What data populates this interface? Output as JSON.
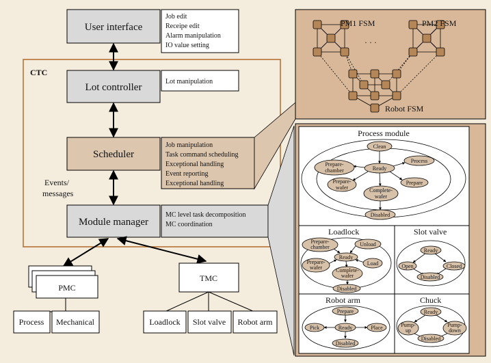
{
  "colors": {
    "page_bg": "#f4ecdd",
    "grey_box": "#d9d9d9",
    "tan_box": "#dcc6ae",
    "ctc_border": "#b06a2a",
    "fsm_panel": "#d8b898",
    "fsm_node": "#b58657",
    "state_fill": "#d8c1a9"
  },
  "ui": {
    "label": "User interface",
    "notes": [
      "Job edit",
      "Receipe edit",
      "Alarm manipulation",
      "IO value setting"
    ]
  },
  "ctc_label": "CTC",
  "lot": {
    "label": "Lot controller",
    "notes": [
      "Lot manipulation"
    ]
  },
  "scheduler": {
    "label": "Scheduler",
    "notes": [
      "Job manipulation",
      "Task command scheduling",
      "Exceptional handling",
      "Event reporting",
      "Exceptional handling"
    ]
  },
  "events_label": [
    "Events/",
    "messages"
  ],
  "mm": {
    "label": "Module manager",
    "notes": [
      "MC level task decomposition",
      "MC coordination"
    ]
  },
  "pmc": {
    "label": "PMC",
    "children": [
      "Process",
      "Mechanical"
    ]
  },
  "tmc": {
    "label": "TMC",
    "children": [
      "Loadlock",
      "Slot valve",
      "Robot arm"
    ]
  },
  "fsm": {
    "pm1": "PM1 FSM",
    "pm2": "PM2 FSM",
    "dots": "· · ·",
    "robot": "Robot FSM"
  },
  "process_module": {
    "title": "Process module",
    "states": [
      "Clean",
      "Prepare-",
      "chamber",
      "Ready",
      "Process",
      "Prepare-",
      "wafer",
      "Complete-",
      "wafer",
      "Prepare",
      "Disabled"
    ]
  },
  "loadlock": {
    "title": "Loadlock",
    "states": [
      "Prepare-",
      "chamber",
      "Unload",
      "Ready",
      "Prepare-",
      "wafer",
      "Load",
      "Complete-",
      "wafer",
      "Disabled"
    ]
  },
  "slot_valve": {
    "title": "Slot valve",
    "states": [
      "Ready",
      "Open",
      "Closed",
      "Disabled"
    ]
  },
  "robot_arm": {
    "title": "Robot arm",
    "states": [
      "Prepare",
      "Pick",
      "Ready",
      "Place",
      "Disabled"
    ]
  },
  "chuck": {
    "title": "Chuck",
    "states": [
      "Ready",
      "Pump-",
      "up",
      "Pump-",
      "down",
      "Disabled"
    ]
  }
}
